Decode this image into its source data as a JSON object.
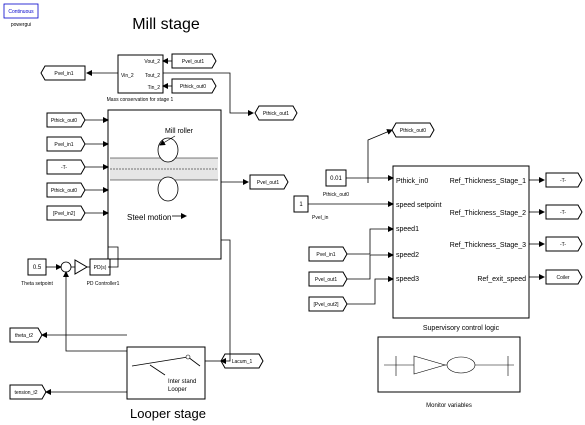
{
  "titles": {
    "mill_stage": "Mill stage",
    "looper_stage": "Looper stage"
  },
  "powergui": {
    "mode": "Continuous",
    "label": "powergui"
  },
  "mass_block": {
    "caption": "Mass conservation for stage 1",
    "port_vin": "Vin_2",
    "port_vout": "Vout_2",
    "port_tout": "Tout_2",
    "port_tin": "Tin_2"
  },
  "mill_block": {
    "roller": "Mill roller",
    "motion": "Steel motion"
  },
  "looper_block": {
    "line1": "Inter stand",
    "line2": "Looper"
  },
  "supervisory": {
    "caption": "Supervisory control logic",
    "inputs": [
      "Pthick_in0",
      "speed setpoint",
      "speed1",
      "speed2",
      "speed3"
    ],
    "outputs": [
      "Ref_Thickness_Stage_1",
      "Ref_Thickness_Stage_2",
      "Ref_Thickness_Stage_3",
      "Ref_exit_speed"
    ]
  },
  "monitor": {
    "caption": "Monitor variables"
  },
  "pd": {
    "label": "PD(s)",
    "caption": "PD Controller1"
  },
  "constants": {
    "theta_setpoint": {
      "value": "0.5",
      "caption": "Theta setpoint"
    },
    "pthick_const": {
      "value": "0.01",
      "caption": "Pthick_out0"
    },
    "speed_const": {
      "value": "1"
    }
  },
  "tags": {
    "pvel_in1_top": "Pvel_in1",
    "pvel_out1_top": "Pvel_out1",
    "pthick_out0_top": "Pthick_out0",
    "pthick_out1": "Pthick_out1",
    "mill_in1": "Pthick_out0",
    "mill_in2": "Pvel_in1",
    "mill_in3": "-T-",
    "mill_in4": "Pthick_out0",
    "mill_in5": "[Pvel_in2]",
    "pvel_out1_right": "Pvel_out1",
    "pthick_out0_right": "Pthick_out0",
    "pvel_in_sv": "Pvel_in",
    "pvel_in1_sv": "Pvel_in1",
    "pvel_out1_sv": "Pvel_out1",
    "pvel_out2_sv": "[Pvel_out2]",
    "t1": "-T-",
    "t2": "-T-",
    "t3": "-T-",
    "coiler": "Coiler",
    "theta_t2": "theta_t2",
    "tension_t2": "tension_t2",
    "lacum": "Lacum_1"
  }
}
